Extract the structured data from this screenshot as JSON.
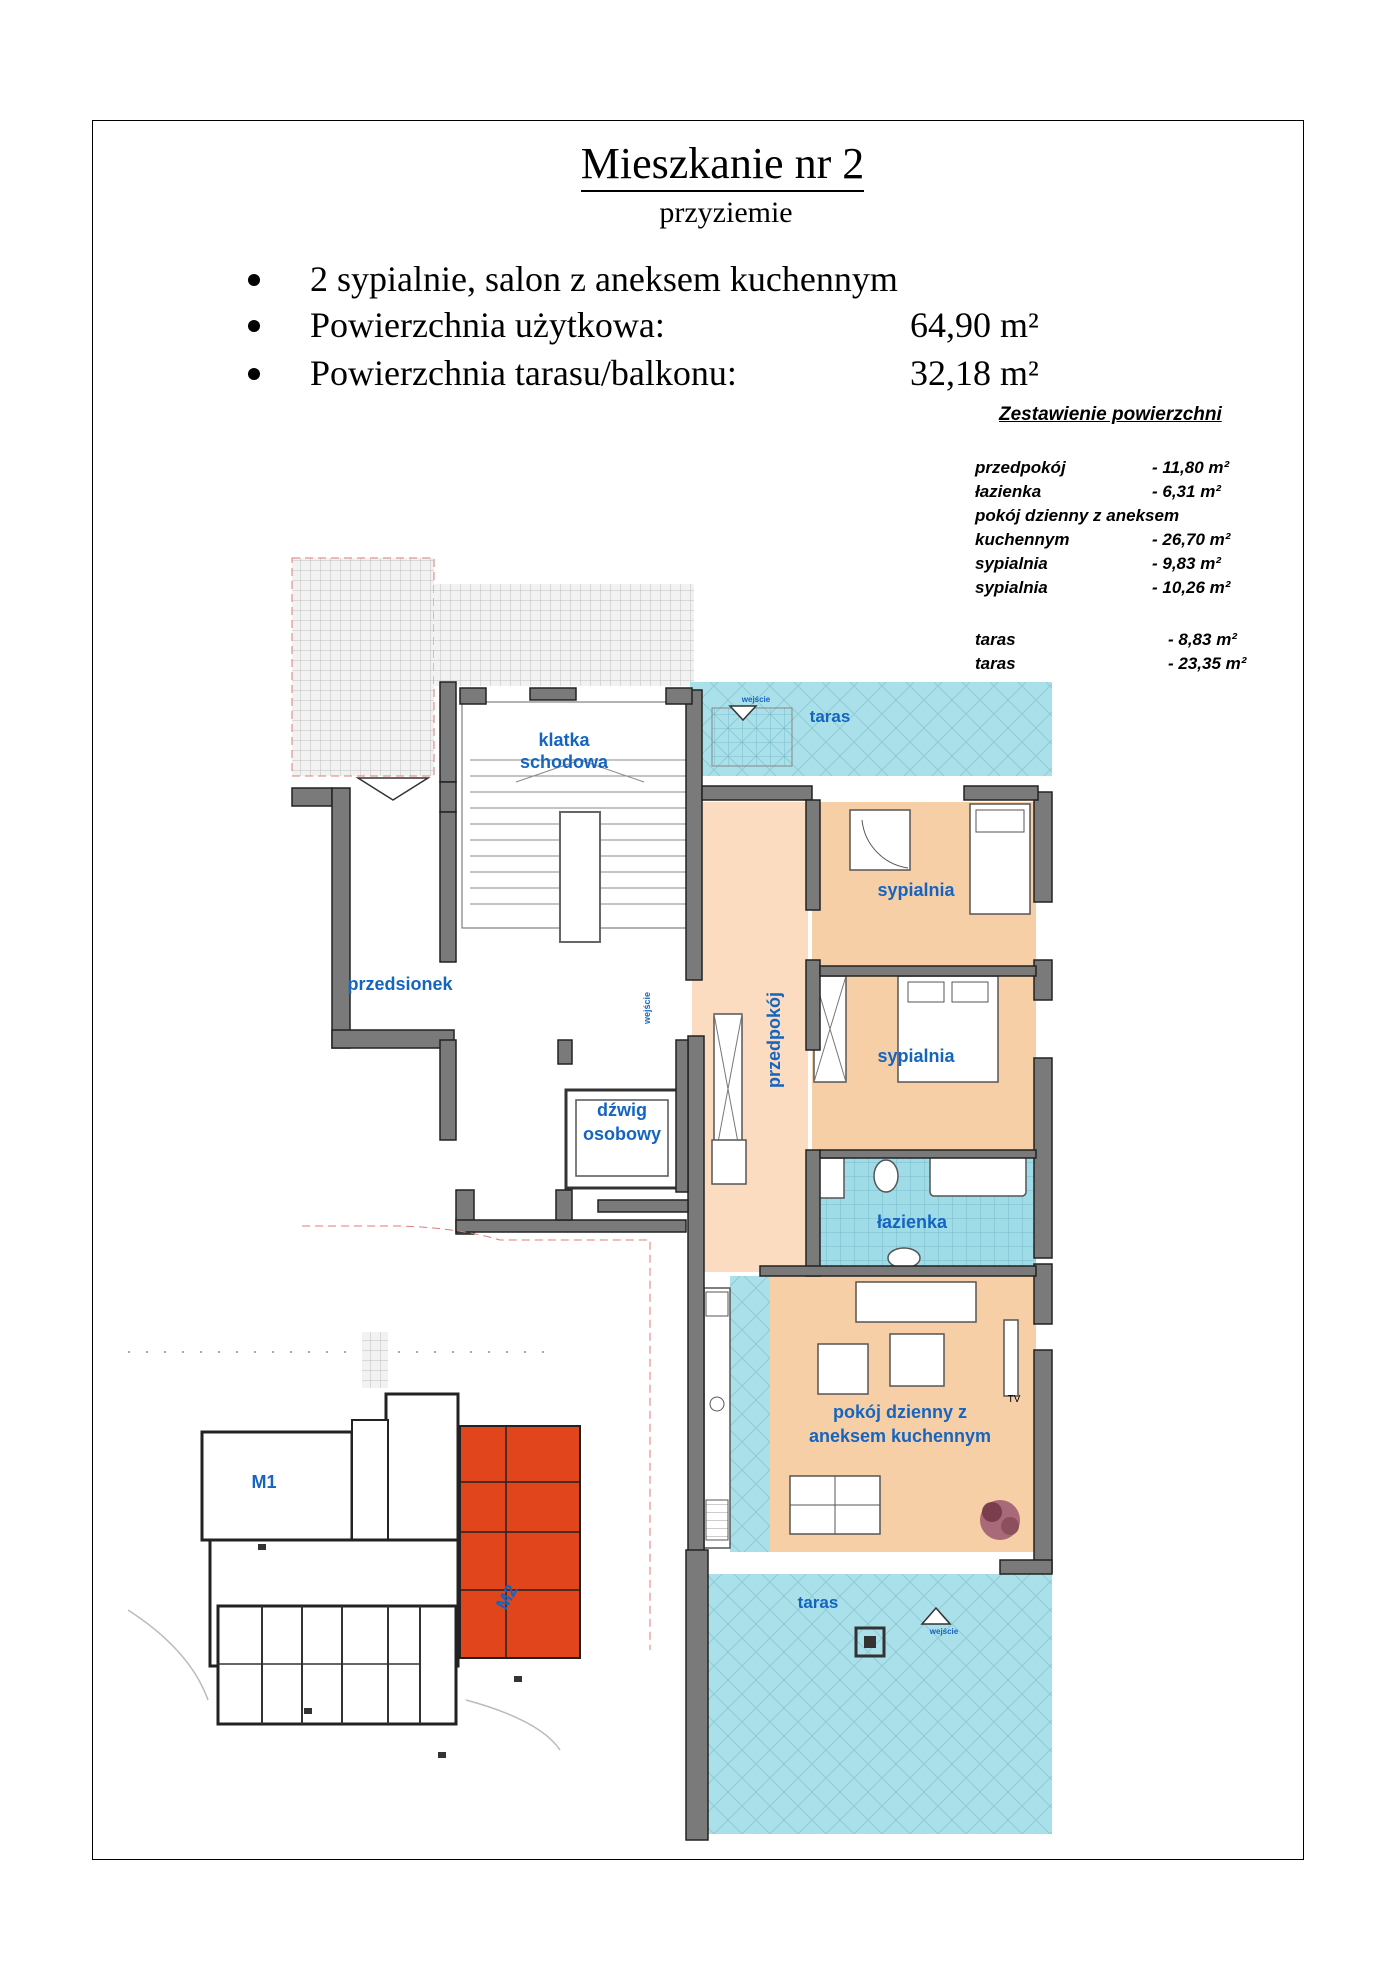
{
  "header": {
    "title": "Mieszkanie nr 2",
    "subtitle": "przyziemie"
  },
  "summary": [
    {
      "label": "2 sypialnie, salon z aneksem kuchennym",
      "value": ""
    },
    {
      "label": "Powierzchnia użytkowa:",
      "value": "64,90 m²"
    },
    {
      "label": "Powierzchnia tarasu/balkonu:",
      "value": "32,18 m²"
    }
  ],
  "areas": {
    "heading": "Zestawienie powierzchni",
    "rows": [
      {
        "label": "przedpokój",
        "value": "- 11,80 m²"
      },
      {
        "label": "łazienka",
        "value": "- 6,31 m²"
      },
      {
        "label": "pokój dzienny z aneksem",
        "value": ""
      },
      {
        "label": "kuchennym",
        "value": "- 26,70 m²"
      },
      {
        "label": "sypialnia",
        "value": "- 9,83 m²"
      },
      {
        "label": "sypialnia",
        "value": "- 10,26 m²"
      },
      {
        "label": "taras",
        "value": "- 8,83 m²"
      },
      {
        "label": "taras",
        "value": "- 23,35 m²"
      }
    ]
  },
  "rooms": {
    "klatka_1": "klatka",
    "klatka_2": "schodowa",
    "taras_top": "taras",
    "wejscie_top": "wejście",
    "sypialnia_1": "sypialnia",
    "sypialnia_2": "sypialnia",
    "przedsionek": "przedsionek",
    "wejscie_side": "wejście",
    "przedpokoj": "przedpokój",
    "dzwig_1": "dźwig",
    "dzwig_2": "osobowy",
    "lazienka": "łazienka",
    "pokoj_1": "pokój dzienny z",
    "pokoj_2": "aneksem kuchennym",
    "tv": "TV",
    "taras_bottom": "taras",
    "wejscie_bottom": "wejście",
    "m1": "M1",
    "m2": "M2"
  },
  "colors": {
    "terrace": "#a9e0ea",
    "room": "#f7cfa6",
    "hall": "#fbdcc0",
    "bathroom": "#9fdce8",
    "highlight": "#e0451c",
    "label": "#1565c0"
  }
}
